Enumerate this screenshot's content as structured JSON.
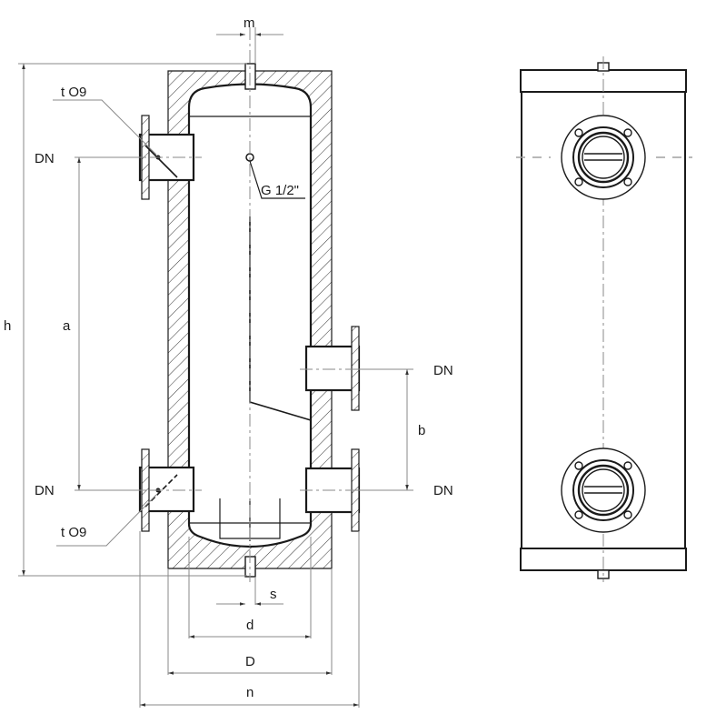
{
  "drawing": {
    "title": "Hydraulic separator technical drawing",
    "section_view": {
      "labels": {
        "m": "m",
        "h": "h",
        "a": "a",
        "b": "b",
        "s": "s",
        "d": "d",
        "D": "D",
        "n": "n",
        "dn_top_left": "DN",
        "dn_bottom_left": "DN",
        "dn_right_upper": "DN",
        "dn_right_lower": "DN",
        "sensor_top": "t O9",
        "sensor_bottom": "t O9",
        "thread": "G 1/2\""
      }
    },
    "front_view": {
      "flanges": 2,
      "bolt_holes_per_flange": 4
    },
    "colors": {
      "line": "#1a1a1a",
      "dimension": "#8a8a8a",
      "background": "#ffffff"
    }
  }
}
